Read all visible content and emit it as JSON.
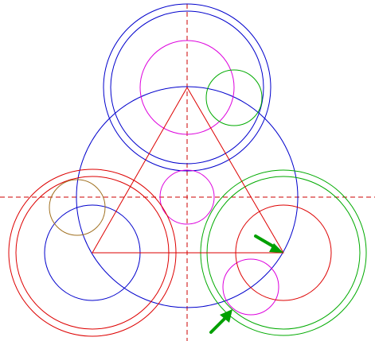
{
  "colors": {
    "background": "#ffffff",
    "centerline": "#cc0000",
    "triangle": "#dd0000",
    "blue_circles": "#0000cc",
    "magenta_circles": "#dd00dd",
    "red_circles": "#dd0000",
    "green_circles": "#00aa00",
    "olive_circle": "#a07020",
    "arrows": "#00a000"
  },
  "elements": {
    "centerlines": [
      "horizontal-centerline",
      "vertical-centerline"
    ],
    "triangle": "equilateral-triangle",
    "circle_groups": [
      "top-blue-double-circle",
      "top-magenta-circle",
      "top-green-small-circle",
      "central-blue-large-circle",
      "central-magenta-small-circle",
      "left-red-double-circle",
      "left-blue-circle",
      "left-olive-small-circle",
      "right-green-double-circle",
      "right-red-circle",
      "right-magenta-circle"
    ],
    "arrows": [
      "upper-right-arrow",
      "lower-left-arrow"
    ]
  }
}
